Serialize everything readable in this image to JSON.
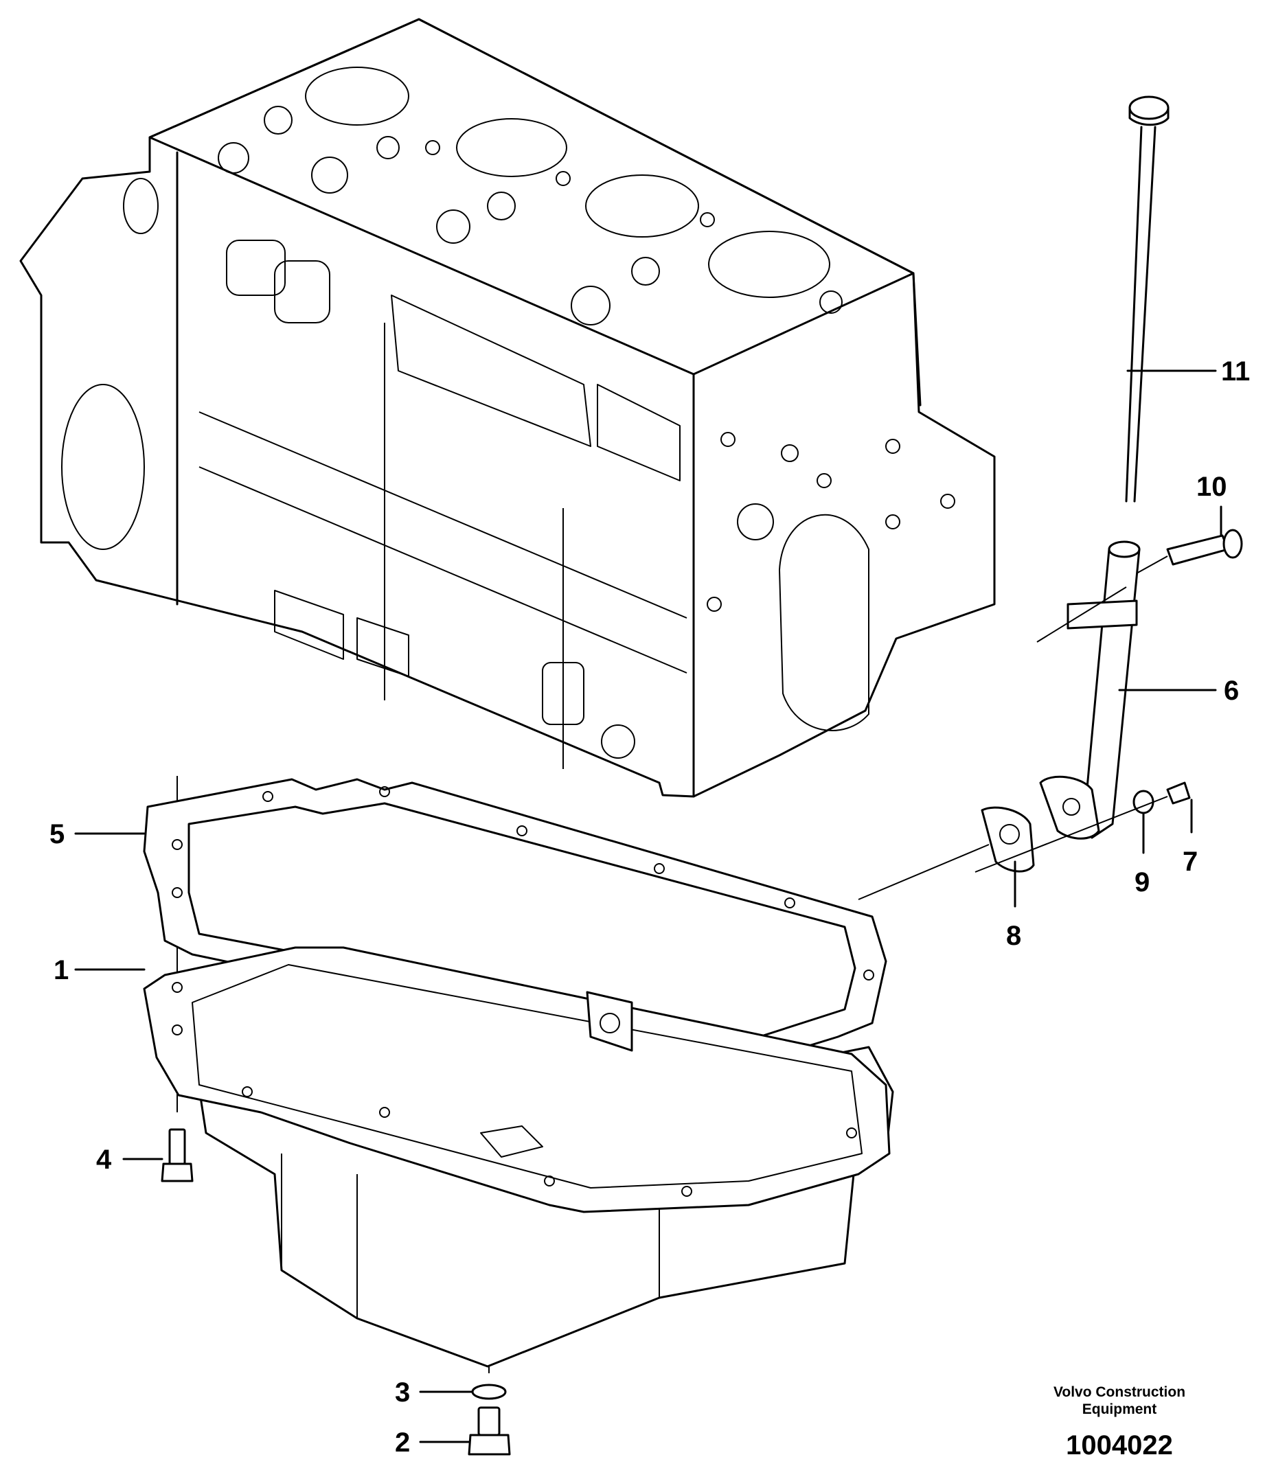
{
  "figure": {
    "brand_line1": "Volvo Construction",
    "brand_line2": "Equipment",
    "figure_number": "1004022"
  },
  "callouts": {
    "c1": "1",
    "c2": "2",
    "c3": "3",
    "c4": "4",
    "c5": "5",
    "c6": "6",
    "c7": "7",
    "c8": "8",
    "c9": "9",
    "c10": "10",
    "c11": "11"
  },
  "parts": [
    {
      "label": "1",
      "name": "oil-sump"
    },
    {
      "label": "2",
      "name": "drain-plug"
    },
    {
      "label": "3",
      "name": "sealing-washer"
    },
    {
      "label": "4",
      "name": "flange-screw"
    },
    {
      "label": "5",
      "name": "gasket"
    },
    {
      "label": "6",
      "name": "dipstick-tube"
    },
    {
      "label": "7",
      "name": "screw"
    },
    {
      "label": "8",
      "name": "gasket"
    },
    {
      "label": "9",
      "name": "washer"
    },
    {
      "label": "10",
      "name": "screw"
    },
    {
      "label": "11",
      "name": "dipstick"
    }
  ]
}
